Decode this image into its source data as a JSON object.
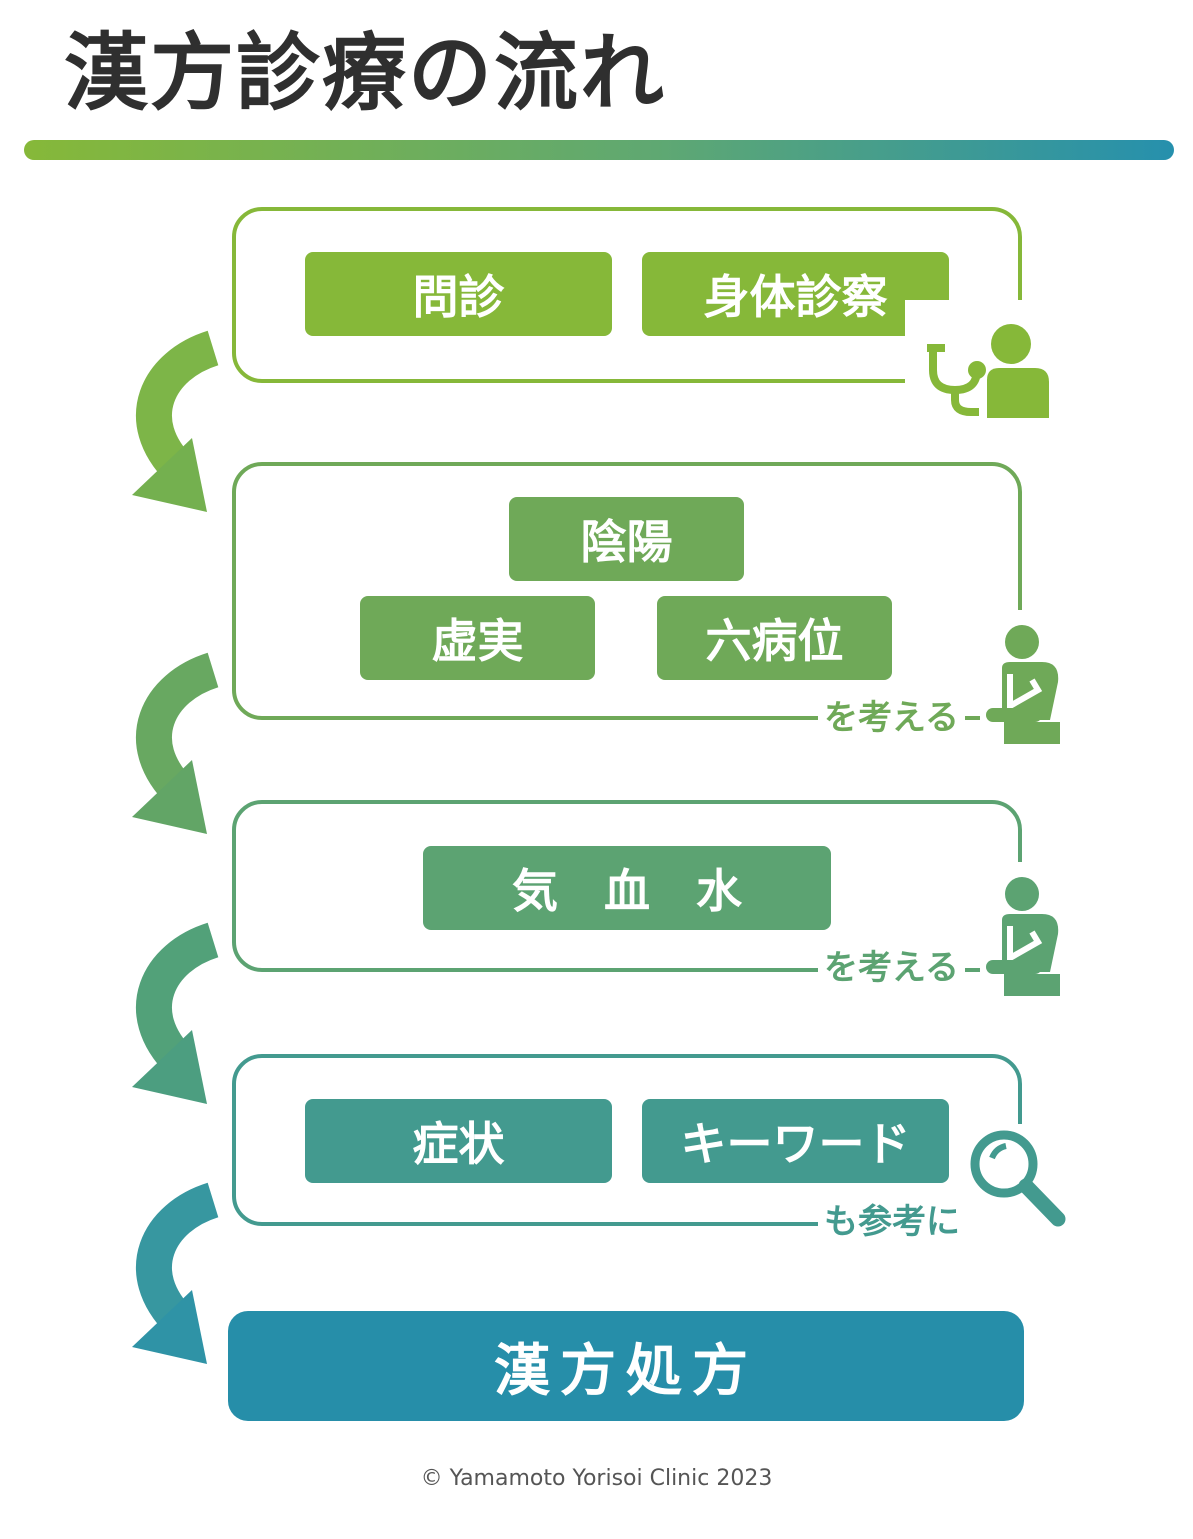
{
  "title": "漢方診療の流れ",
  "steps": [
    {
      "boxes": [
        "問診",
        "身体診察"
      ]
    },
    {
      "boxes": [
        "陰陽",
        "虚実",
        "六病位"
      ],
      "note": "を考える"
    },
    {
      "boxes": [
        "気　血　水"
      ],
      "note": "を考える"
    },
    {
      "boxes": [
        "症状",
        "キーワード"
      ],
      "note": "も参考に"
    }
  ],
  "final": "漢方処方",
  "credit": "© Yamamoto Yorisoi Clinic 2023",
  "colors": {
    "step1": "#86b839",
    "step2": "#6fa958",
    "step3": "#5ca372",
    "step4": "#439a8f",
    "final": "#268ea9",
    "title": "#2f2f2f"
  },
  "icons": [
    "stethoscope-doctor-icon",
    "thinking-person-icon",
    "thinking-person-icon",
    "magnifier-icon",
    "curved-arrow-icon"
  ]
}
